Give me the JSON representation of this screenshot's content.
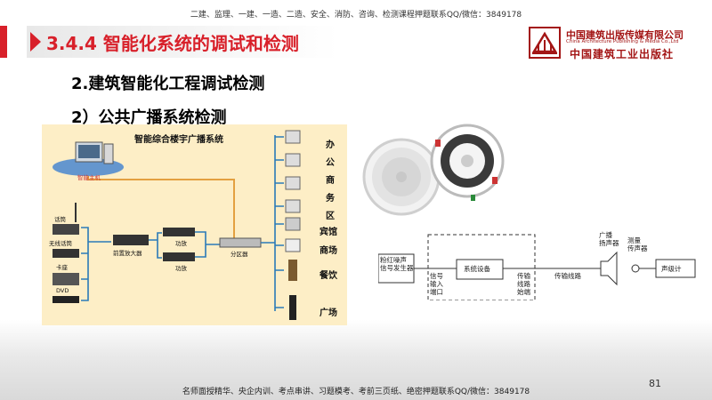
{
  "header": {
    "top_note": "二建、监理、一建、一造、二造、安全、消防、咨询、检测课程押题联系QQ/微信：3849178"
  },
  "title": "3.4.4 智能化系统的调试和检测",
  "publisher": {
    "name_cn": "中国建筑出版传媒有限公司",
    "name_en": "China Architecture Publishing & Media Co.,Ltd",
    "calligraphy": "中国建筑工业出版社"
  },
  "heading2": "2.建筑智能化工程调试检测",
  "heading3": "2）公共广播系统检测",
  "diagram": {
    "title": "智能综合楼宇广播系统",
    "sources": [
      "话筒",
      "无线话筒",
      "卡座",
      "DVD"
    ],
    "preamp": "前置放大器",
    "amp1": "功放",
    "amp2": "功放",
    "distributor": "分区器",
    "pc_label": "智能主机",
    "zones": [
      "办",
      "公",
      "商",
      "务",
      "区",
      "宾馆",
      "商场",
      "餐饮",
      "广场"
    ]
  },
  "block_diagram": {
    "generator": "粉红噪声\n信号发生器",
    "input": "信号\n输入\n端口",
    "system": "系统设备",
    "output": "传输\n线路\n始端",
    "line": "传输线路",
    "speaker": "广播\n扬声器",
    "mic": "测量\n传声器",
    "meter": "声级计"
  },
  "footer": {
    "note": "名师面授精华、央企内训、考点串讲、习题模考、考前三页纸、绝密押题联系QQ/微信：3849178",
    "page": "81"
  },
  "colors": {
    "accent": "#d8202a",
    "publisher": "#a31515",
    "diagram_bg": "#fdeec6"
  }
}
